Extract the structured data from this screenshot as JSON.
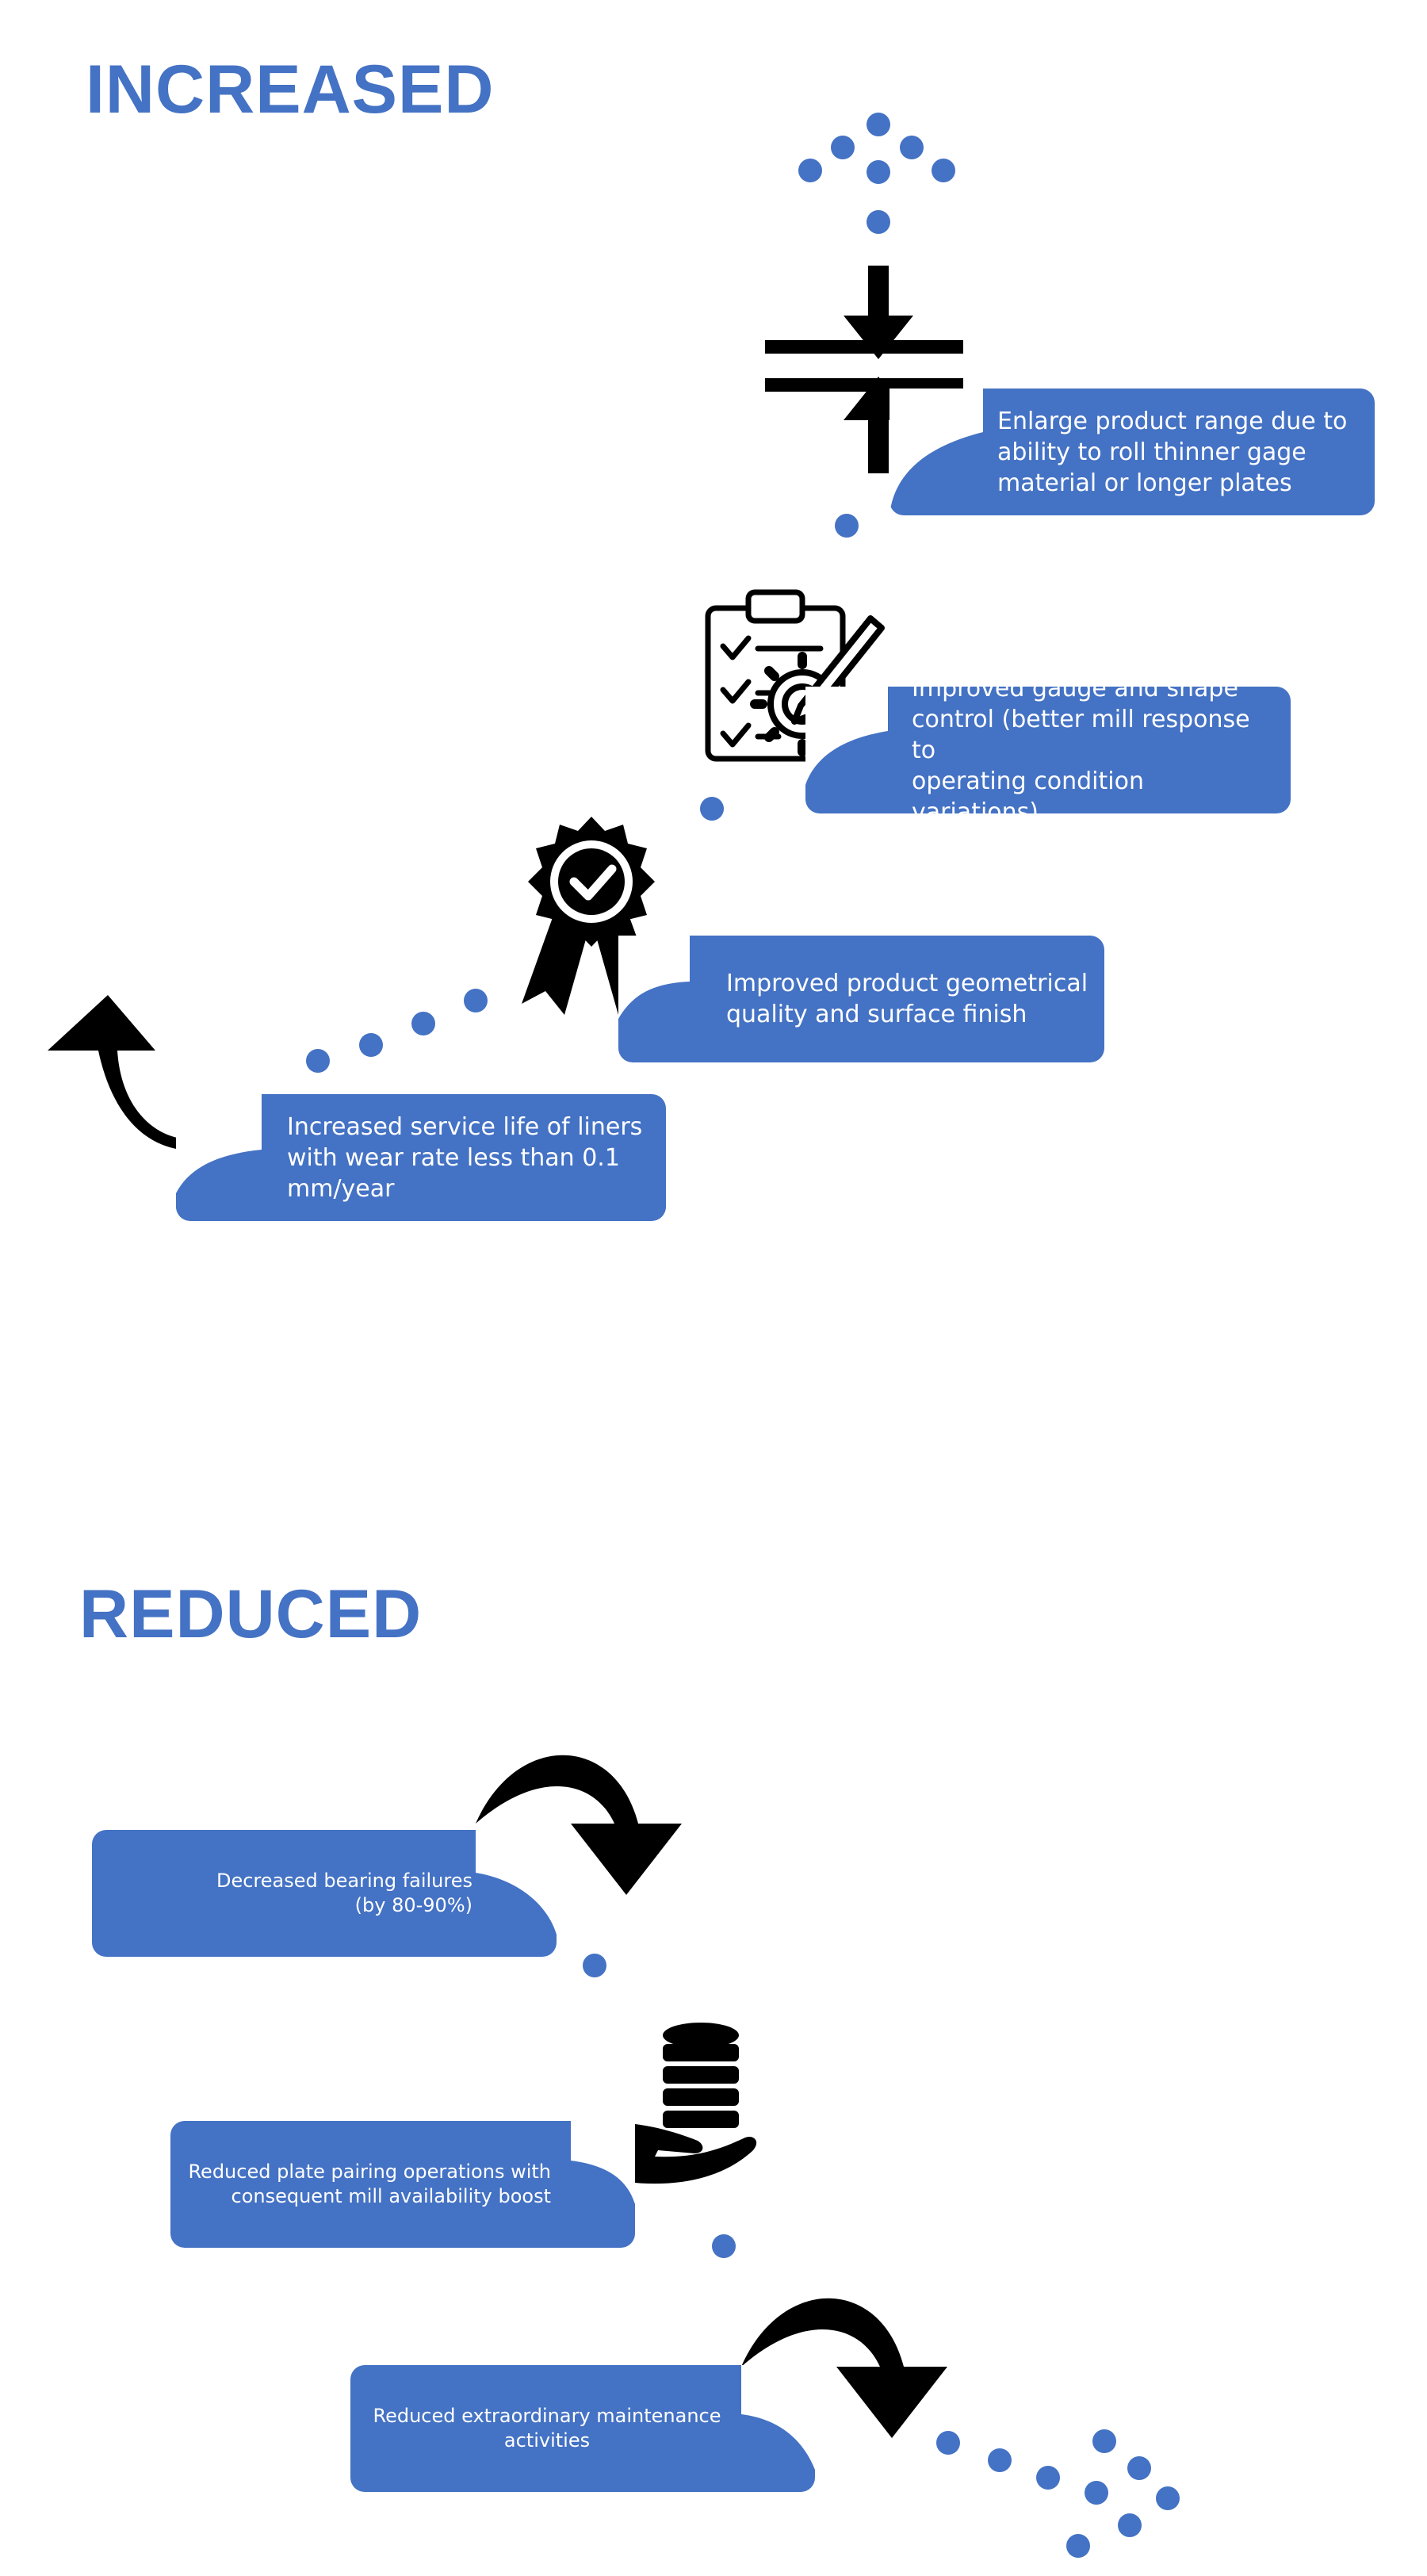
{
  "sections": {
    "increased": {
      "title": "INCREASED",
      "items": [
        "Enlarge product range due to\nability to roll thinner gage\nmaterial or longer plates",
        "Improved gauge and shape\ncontrol (better mill response to\noperating condition variations)",
        "Improved product geometrical\nquality and surface finish",
        "Increased service life of liners\nwith wear rate less than 0.1\nmm/year"
      ]
    },
    "reduced": {
      "title": "REDUCED",
      "items": [
        "Decreased bearing failures\n(by 80-90%)",
        "Reduced plate pairing operations with\nconsequent mill availability boost",
        "Reduced extraordinary maintenance\nactivities"
      ]
    }
  },
  "icons": {
    "increased": [
      "compress-arrows-icon",
      "checklist-gear-icon",
      "award-ribbon-icon",
      "curved-arrow-up-icon"
    ],
    "reduced": [
      "curved-arrow-down-icon",
      "hand-coins-icon",
      "curved-arrow-down-icon"
    ]
  },
  "colors": {
    "accent": "#4472c4",
    "card_text": "#ffffff",
    "icon": "#000000",
    "background": "#ffffff"
  }
}
